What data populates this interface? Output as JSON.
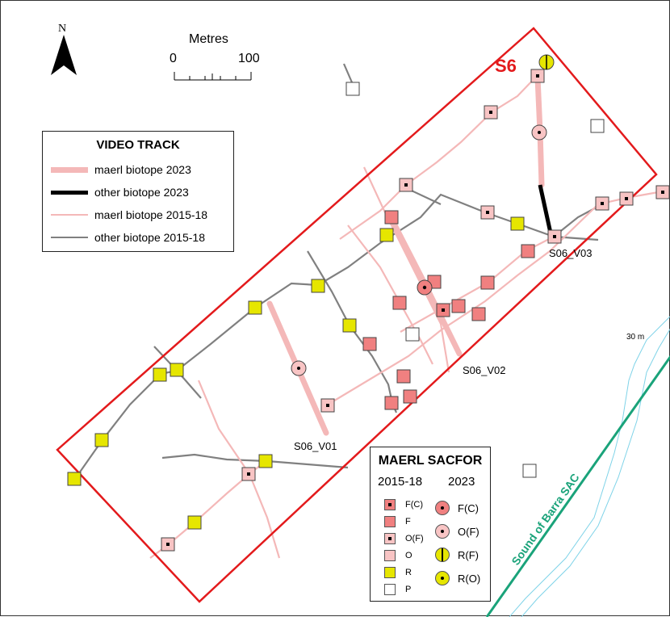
{
  "north_label": "N",
  "scalebar": {
    "title": "Metres",
    "min_label": "0",
    "max_label": "100"
  },
  "site_label": "S6",
  "track_labels": {
    "v01": "S06_V01",
    "v02": "S06_V02",
    "v03": "S06_V03"
  },
  "depth_label": "30 m",
  "sac_label": "Sound of Barra SAC",
  "video_legend": {
    "title": "VIDEO TRACK",
    "items": [
      {
        "label": "maerl biotope 2023",
        "color": "#f4b8b8"
      },
      {
        "label": "other biotope 2023",
        "color": "#000000"
      },
      {
        "label": "maerl biotope 2015-18",
        "color": "#f4b8b8"
      },
      {
        "label": "other biotope 2015-18",
        "color": "#808080"
      }
    ]
  },
  "sacfor_legend": {
    "title": "MAERL SACFOR",
    "col_2015": "2015-18",
    "col_2023": "2023",
    "items_2015": [
      {
        "label": "F(C)",
        "color": "#f08080",
        "dot": true
      },
      {
        "label": "F",
        "color": "#f08080",
        "dot": false
      },
      {
        "label": "O(F)",
        "color": "#f8c4c4",
        "dot": true
      },
      {
        "label": "O",
        "color": "#f8c4c4",
        "dot": false
      },
      {
        "label": "R",
        "color": "#e6e600",
        "dot": false
      },
      {
        "label": "P",
        "color": "#ffffff",
        "dot": false
      }
    ],
    "items_2023": [
      {
        "label": "F(C)",
        "color": "#f08080",
        "mark": "dot"
      },
      {
        "label": "O(F)",
        "color": "#f8c4c4",
        "mark": "dot"
      },
      {
        "label": "R(F)",
        "color": "#e6e600",
        "mark": "bar"
      },
      {
        "label": "R(O)",
        "color": "#e6e600",
        "mark": "dot"
      }
    ]
  },
  "colors": {
    "site_boundary": "#e31a1c",
    "sac_boundary": "#1aa37a",
    "depth_contour": "#7fd3e8",
    "maerl_track": "#f4b8b8",
    "other_track": "#808080"
  }
}
